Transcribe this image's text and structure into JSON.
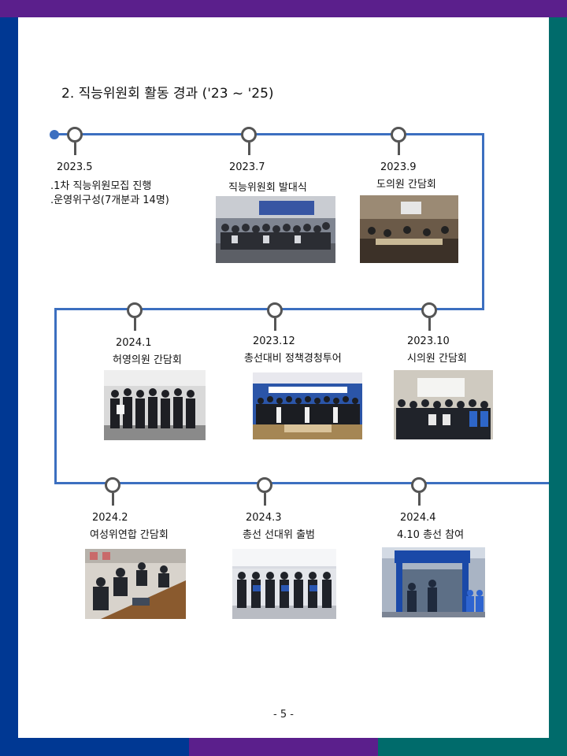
{
  "title": "2. 직능위원회 활동 경과 ('23 ~ '25)",
  "events": [
    {
      "date": "2023.5",
      "lines": [
        ".1차 직능위원모집 진행",
        ".운영위구성(7개분과 14명)"
      ]
    },
    {
      "date": "2023.7",
      "label": "직능위원회 발대식"
    },
    {
      "date": "2023.9",
      "label": "도의원 간담회"
    },
    {
      "date": "2024.1",
      "label": "허영의원 간담회"
    },
    {
      "date": "2023.12",
      "label": "총선대비 정책경청투어"
    },
    {
      "date": "2023.10",
      "label": "시의원 간담회"
    },
    {
      "date": "2024.2",
      "label": "여성위연합 간담회"
    },
    {
      "date": "2024.3",
      "label": "총선 선대위 출범"
    },
    {
      "date": "2024.4",
      "label": "4.10 총선 참여"
    }
  ],
  "page_number": "- 5 -",
  "colors": {
    "purple": "#5b1f8c",
    "blue": "#003893",
    "teal": "#006b6b",
    "timeline": "#3c6fc0",
    "node": "#555555"
  }
}
